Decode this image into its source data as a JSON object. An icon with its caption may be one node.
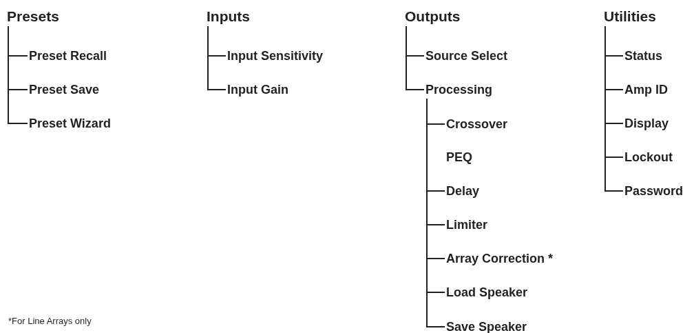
{
  "diagram": {
    "nodes": [
      {
        "text": [
          "Presets"
        ]
      },
      {
        "text": [
          "Preset Recall"
        ]
      },
      {
        "text": [
          "Preset Save"
        ]
      },
      {
        "text": [
          "Preset Wizard"
        ]
      },
      {
        "text": [
          "Inputs"
        ]
      },
      {
        "text": [
          "Input Sensitivity"
        ]
      },
      {
        "text": [
          "Input Gain"
        ]
      },
      {
        "text": [
          "Outputs"
        ]
      },
      {
        "text": [
          "Source Select"
        ]
      },
      {
        "text": [
          "Processing"
        ]
      },
      {
        "text": [
          "Crossover"
        ]
      },
      {
        "text": [
          "PEQ"
        ]
      },
      {
        "text": [
          "Delay"
        ]
      },
      {
        "text": [
          "Limiter"
        ]
      },
      {
        "text": [
          "Array Correction *"
        ]
      },
      {
        "text": [
          "Load Speaker"
        ]
      },
      {
        "text": [
          "Save Speaker"
        ]
      },
      {
        "text": [
          "Utilities"
        ]
      },
      {
        "text": [
          "Status"
        ]
      },
      {
        "text": [
          "Amp ID"
        ]
      },
      {
        "text": [
          "Display"
        ]
      },
      {
        "text": [
          "Lockout"
        ]
      },
      {
        "text": [
          "Password"
        ]
      }
    ],
    "edges": [
      {
        "from": 0,
        "to": 1,
        "arrow": "none"
      },
      {
        "from": 0,
        "to": 2,
        "arrow": "none"
      },
      {
        "from": 0,
        "to": 3,
        "arrow": "none"
      },
      {
        "from": 4,
        "to": 5,
        "arrow": "none"
      },
      {
        "from": 4,
        "to": 6,
        "arrow": "none"
      },
      {
        "from": 7,
        "to": 8,
        "arrow": "none"
      },
      {
        "from": 7,
        "to": 9,
        "arrow": "none"
      },
      {
        "from": 9,
        "to": 10,
        "arrow": "none"
      },
      {
        "from": 9,
        "to": 12,
        "arrow": "none"
      },
      {
        "from": 9,
        "to": 13,
        "arrow": "none"
      },
      {
        "from": 9,
        "to": 14,
        "arrow": "none"
      },
      {
        "from": 9,
        "to": 15,
        "arrow": "none"
      },
      {
        "from": 9,
        "to": 16,
        "arrow": "none"
      },
      {
        "from": 17,
        "to": 18,
        "arrow": "none"
      },
      {
        "from": 17,
        "to": 19,
        "arrow": "none"
      },
      {
        "from": 17,
        "to": 20,
        "arrow": "none"
      },
      {
        "from": 17,
        "to": 21,
        "arrow": "none"
      },
      {
        "from": 17,
        "to": 22,
        "arrow": "none"
      }
    ],
    "labels": [
      "*For Line Arrays only"
    ]
  }
}
